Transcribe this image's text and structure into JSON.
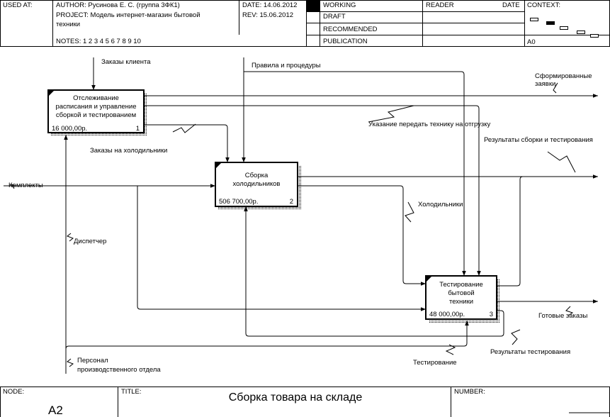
{
  "header": {
    "used_at": "USED AT:",
    "author": "AUTHOR:  Русинова Е. С. (группа 3ФК1)",
    "project_line1": "PROJECT:  Модель интернет-магазин бытовой",
    "project_line2": "техники",
    "notes": "NOTES:  1  2  3  4  5  6  7  8  9  10",
    "date": "DATE:  14.06.2012",
    "rev": "REV:    15.06.2012",
    "status": [
      "WORKING",
      "DRAFT",
      "RECOMMENDED",
      "PUBLICATION"
    ],
    "reader": "READER",
    "reader_date": "DATE",
    "context": "CONTEXT:",
    "context_node": "A0"
  },
  "footer": {
    "node_label": "NODE:",
    "node_value": "A2",
    "title_label": "TITLE:",
    "title_value": "Сборка товара на складе",
    "number_label": "NUMBER:"
  },
  "activities": [
    {
      "lines": [
        "Отслеживание",
        "расписания и управление",
        "сборкой и тестированием"
      ],
      "cost": "16 000,00р.",
      "number": "1"
    },
    {
      "lines": [
        "Сборка",
        "холодильников"
      ],
      "cost": "506 700,00р.",
      "number": "2"
    },
    {
      "lines": [
        "Тестирование",
        "бытовой",
        "техники"
      ],
      "cost": "48 000,00р.",
      "number": "3"
    }
  ],
  "arrow_labels": [
    {
      "lines": [
        "Заказы клиента"
      ]
    },
    {
      "lines": [
        "Правила и процедуры"
      ]
    },
    {
      "lines": [
        "Сформированные",
        "заявки"
      ]
    },
    {
      "lines": [
        "Указание передать технику на отгрузку"
      ]
    },
    {
      "lines": [
        "Результаты сборки и тестирования"
      ]
    },
    {
      "lines": [
        "Заказы на холодильники"
      ]
    },
    {
      "lines": [
        "Комплекты"
      ]
    },
    {
      "lines": [
        "Холодильники"
      ]
    },
    {
      "lines": [
        "Диспетчер"
      ]
    },
    {
      "lines": [
        "Персонал",
        "производственного отдела"
      ]
    },
    {
      "lines": [
        "Готовые заказы"
      ]
    },
    {
      "lines": [
        "Результаты тестирования"
      ]
    },
    {
      "lines": [
        "Тестирование"
      ]
    }
  ]
}
